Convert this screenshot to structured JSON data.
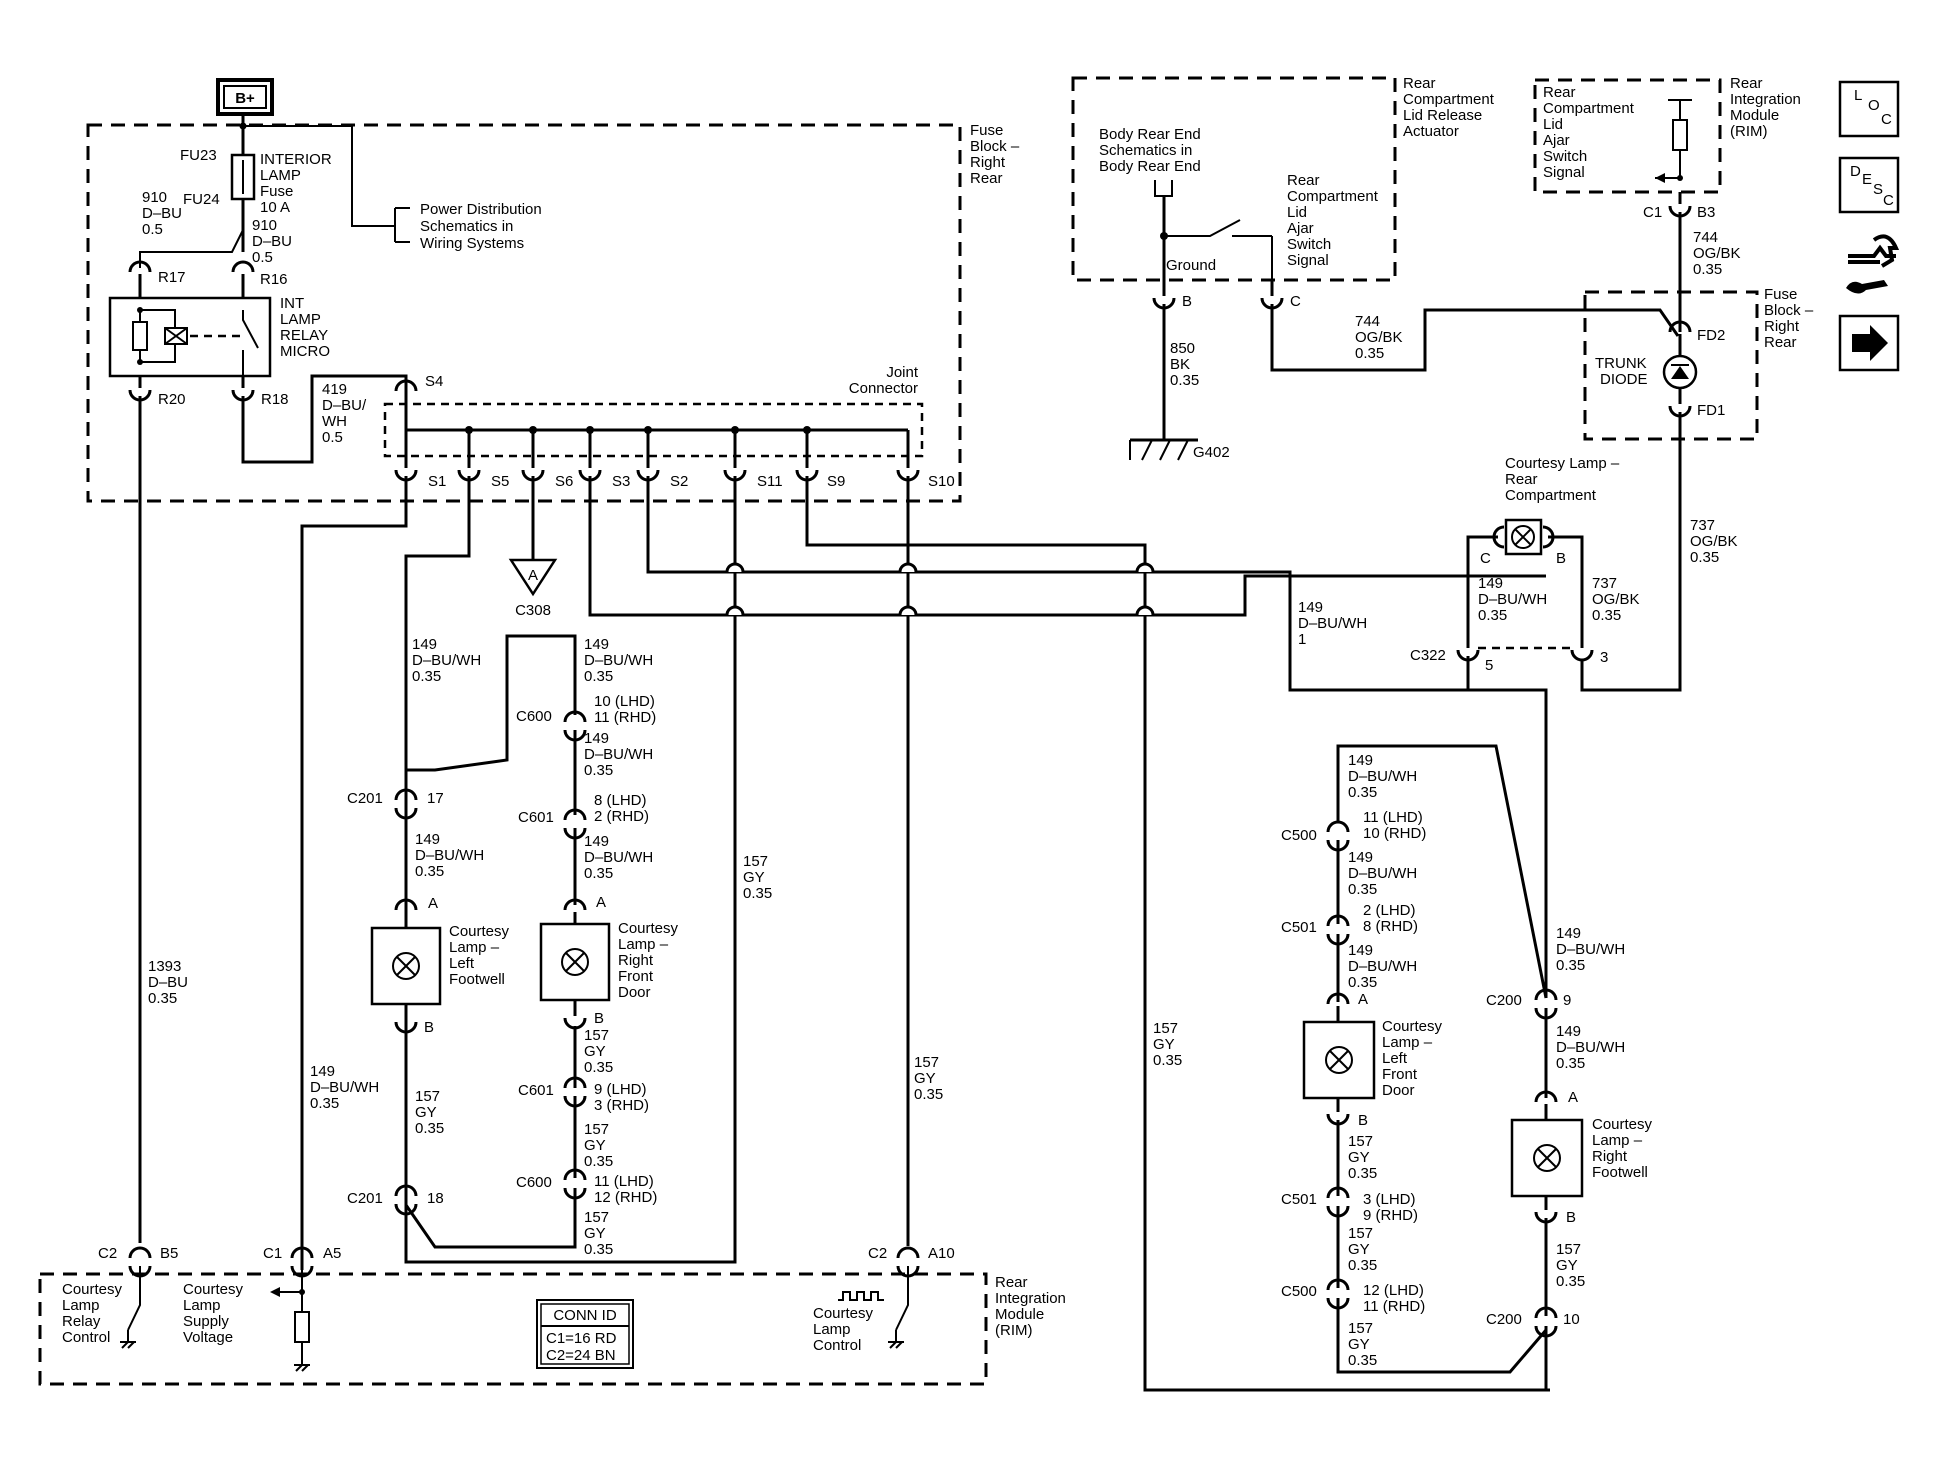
{
  "power": {
    "battery": "B+"
  },
  "fuse_block": {
    "title": [
      "Fuse",
      "Block –",
      "Right",
      "Rear"
    ],
    "fu23": "FU23",
    "fu24": "FU24",
    "fuse_label": [
      "INTERIOR",
      "LAMP",
      "Fuse",
      "10 A"
    ],
    "wire_910_left": [
      "910",
      "D–BU",
      "0.5"
    ],
    "wire_910_right": [
      "910",
      "D–BU",
      "0.5"
    ],
    "relay_label": [
      "INT",
      "LAMP",
      "RELAY",
      "MICRO"
    ],
    "pins": {
      "r17": "R17",
      "r16": "R16",
      "r20": "R20",
      "r18": "R18"
    },
    "power_dist": [
      "Power Distribution",
      "Schematics in",
      "Wiring Systems"
    ],
    "wire_419": [
      "419",
      "D–BU/",
      "WH",
      "0.5"
    ],
    "s4": "S4",
    "joint_connector": [
      "Joint",
      "Connector"
    ],
    "splices": [
      "S1",
      "S5",
      "S6",
      "S3",
      "S2",
      "S11",
      "S9",
      "S10"
    ]
  },
  "ground_ref": {
    "letter": "A",
    "label": "C308"
  },
  "body_rear": {
    "label": [
      "Body Rear End",
      "Schematics in",
      "Body Rear End"
    ],
    "ground": "Ground",
    "actuator": [
      "Rear",
      "Compartment",
      "Lid Release",
      "Actuator"
    ],
    "switch_signal": [
      "Rear",
      "Compartment",
      "Lid",
      "Ajar",
      "Switch",
      "Signal"
    ],
    "pin_b": "B",
    "pin_c": "C",
    "wire_850": [
      "850",
      "BK",
      "0.35"
    ],
    "g402": "G402",
    "wire_744_mid": [
      "744",
      "OG/BK",
      "0.35"
    ]
  },
  "rim_top": {
    "label": [
      "Rear",
      "Compartment",
      "Lid",
      "Ajar",
      "Switch",
      "Signal"
    ],
    "module": [
      "Rear",
      "Integration",
      "Module",
      "(RIM)"
    ],
    "c1": "C1",
    "b3": "B3",
    "wire_744": [
      "744",
      "OG/BK",
      "0.35"
    ]
  },
  "fuse_block_rr": {
    "title": [
      "Fuse",
      "Block –",
      "Right",
      "Rear"
    ],
    "diode": [
      "TRUNK",
      "DIODE"
    ],
    "fd2": "FD2",
    "fd1": "FD1",
    "wire_737": [
      "737",
      "OG/BK",
      "0.35"
    ]
  },
  "courtesy_rear": {
    "title": [
      "Courtesy Lamp –",
      "Rear",
      "Compartment"
    ],
    "pin_c": "C",
    "pin_b": "B",
    "wire_149": [
      "149",
      "D–BU/WH",
      "0.35"
    ],
    "wire_737": [
      "737",
      "OG/BK",
      "0.35"
    ],
    "c322": "C322",
    "pin5": "5",
    "pin3": "3",
    "wire_149_1": [
      "149",
      "D–BU/WH",
      "1"
    ]
  },
  "left_side": {
    "wire_149_a": [
      "149",
      "D–BU/WH",
      "0.35"
    ],
    "wire_149_b": [
      "149",
      "D–BU/WH",
      "0.35"
    ],
    "c600": "C600",
    "c600_pins": [
      "10 (LHD)",
      "11 (RHD)"
    ],
    "wire_149_c": [
      "149",
      "D–BU/WH",
      "0.35"
    ],
    "c601": "C601",
    "c601_pins": [
      "8 (LHD)",
      "2 (RHD)"
    ],
    "wire_149_d": [
      "149",
      "D–BU/WH",
      "0.35"
    ],
    "c201": "C201",
    "c201_pin": "17",
    "wire_149_e": [
      "149",
      "D–BU/WH",
      "0.35"
    ],
    "pin_a1": "A",
    "pin_a2": "A",
    "lamp_lf": [
      "Courtesy",
      "Lamp –",
      "Left",
      "Footwell"
    ],
    "lamp_rfd": [
      "Courtesy",
      "Lamp –",
      "Right",
      "Front",
      "Door"
    ],
    "pin_b1": "B",
    "pin_b2": "B",
    "wire_157_a": [
      "157",
      "GY",
      "0.35"
    ],
    "c601_b": "C601",
    "c601_b_pins": [
      "9 (LHD)",
      "3 (RHD)"
    ],
    "wire_157_b": [
      "157",
      "GY",
      "0.35"
    ],
    "c600_b": "C600",
    "c600_b_pins": [
      "11 (LHD)",
      "12 (RHD)"
    ],
    "wire_157_c": [
      "157",
      "GY",
      "0.35"
    ],
    "wire_157_d": [
      "157",
      "GY",
      "0.35"
    ],
    "c201_b": "C201",
    "c201_b_pin": "18",
    "wire_157_e": [
      "157",
      "GY",
      "0.35"
    ],
    "wire_1393": [
      "1393",
      "D–BU",
      "0.35"
    ],
    "wire_149_f": [
      "149",
      "D–BU/WH",
      "0.35"
    ],
    "wire_157_f": [
      "157",
      "GY",
      "0.35"
    ]
  },
  "rim_bottom": {
    "c2_b5": [
      "C2",
      "B5"
    ],
    "c1_a5": [
      "C1",
      "A5"
    ],
    "c2_a10": [
      "C2",
      "A10"
    ],
    "relay_control": [
      "Courtesy",
      "Lamp",
      "Relay",
      "Control"
    ],
    "supply_voltage": [
      "Courtesy",
      "Lamp",
      "Supply",
      "Voltage"
    ],
    "lamp_control": [
      "Courtesy",
      "Lamp",
      "Control"
    ],
    "conn_id": "CONN ID",
    "conn_c1": "C1=16 RD",
    "conn_c2": "C2=24 BN",
    "module": [
      "Rear",
      "Integration",
      "Module",
      "(RIM)"
    ]
  },
  "right_side": {
    "wire_157_long": [
      "157",
      "GY",
      "0.35"
    ],
    "wire_149_a": [
      "149",
      "D–BU/WH",
      "0.35"
    ],
    "c500": "C500",
    "c500_pins": [
      "11 (LHD)",
      "10 (RHD)"
    ],
    "wire_149_b": [
      "149",
      "D–BU/WH",
      "0.35"
    ],
    "c501": "C501",
    "c501_pins": [
      "2 (LHD)",
      "8 (RHD)"
    ],
    "wire_149_c": [
      "149",
      "D–BU/WH",
      "0.35"
    ],
    "pin_a": "A",
    "lamp_lfd": [
      "Courtesy",
      "Lamp –",
      "Left",
      "Front",
      "Door"
    ],
    "pin_b": "B",
    "wire_157_a": [
      "157",
      "GY",
      "0.35"
    ],
    "c501_b": "C501",
    "c501_b_pins": [
      "3 (LHD)",
      "9 (RHD)"
    ],
    "wire_157_b": [
      "157",
      "GY",
      "0.35"
    ],
    "c500_b": "C500",
    "c500_b_pins": [
      "12 (LHD)",
      "11 (RHD)"
    ],
    "wire_157_c": [
      "157",
      "GY",
      "0.35"
    ],
    "wire_149_d": [
      "149",
      "D–BU/WH",
      "0.35"
    ],
    "c200": "C200",
    "c200_pin": "9",
    "wire_149_e": [
      "149",
      "D–BU/WH",
      "0.35"
    ],
    "pin_a2": "A",
    "lamp_rf": [
      "Courtesy",
      "Lamp –",
      "Right",
      "Footwell"
    ],
    "pin_b2": "B",
    "wire_157_d": [
      "157",
      "GY",
      "0.35"
    ],
    "c200_b": "C200",
    "c200_b_pin": "10"
  },
  "side_buttons": {
    "loc": [
      "L",
      "O",
      "C"
    ],
    "desc": [
      "D",
      "E",
      "S",
      "C"
    ]
  }
}
